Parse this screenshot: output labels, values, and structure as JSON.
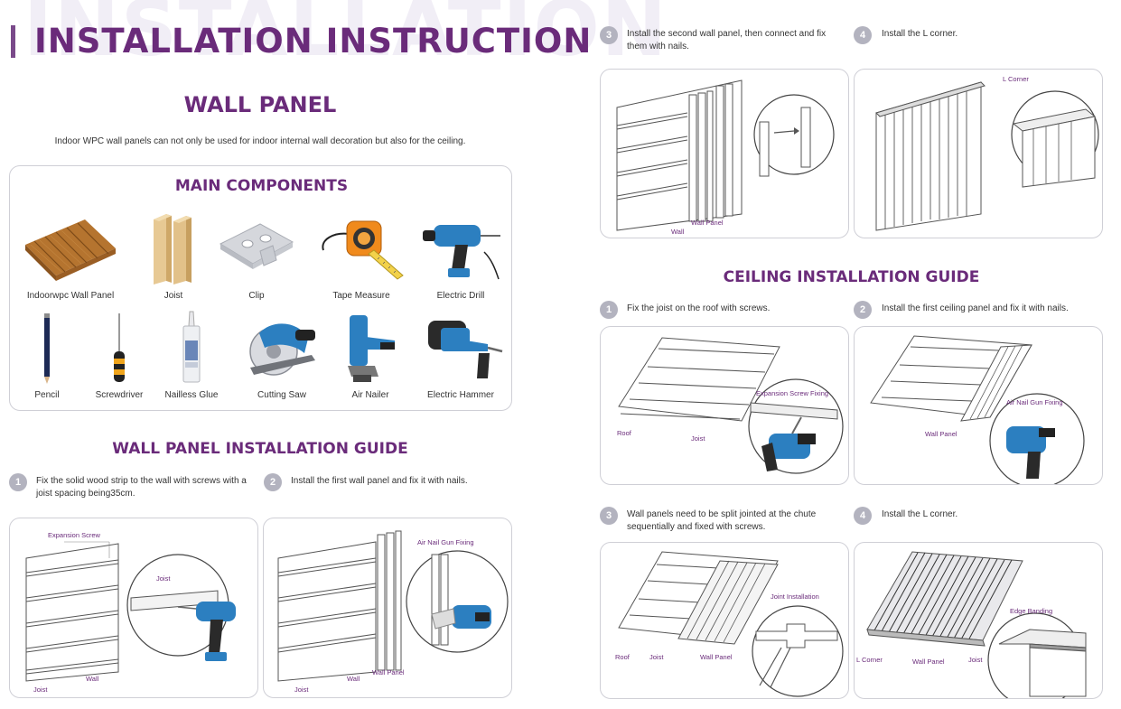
{
  "header": {
    "watermark": "INSTALLATION",
    "title": "INSTALLATION INSTRUCTION"
  },
  "wall_panel": {
    "title": "WALL PANEL",
    "intro": "Indoor WPC wall panels can not only be used for indoor internal wall decoration but also for the ceiling."
  },
  "components": {
    "title": "MAIN COMPONENTS",
    "items": [
      {
        "label": "Indoorwpc Wall Panel",
        "icon": "wall-panel-sample-icon"
      },
      {
        "label": "Joist",
        "icon": "joist-icon"
      },
      {
        "label": "Clip",
        "icon": "clip-icon"
      },
      {
        "label": "Tape Measure",
        "icon": "tape-measure-icon"
      },
      {
        "label": "Electric Drill",
        "icon": "electric-drill-icon"
      },
      {
        "label": "Pencil",
        "icon": "pencil-icon"
      },
      {
        "label": "Screwdriver",
        "icon": "screwdriver-icon"
      },
      {
        "label": "Nailless Glue",
        "icon": "glue-tube-icon"
      },
      {
        "label": "Cutting Saw",
        "icon": "cutting-saw-icon"
      },
      {
        "label": "Air Nailer",
        "icon": "air-nailer-icon"
      },
      {
        "label": "Electric Hammer",
        "icon": "electric-hammer-icon"
      }
    ]
  },
  "wall_guide": {
    "title": "WALL PANEL INSTALLATION GUIDE",
    "steps": [
      {
        "num": "1",
        "text": "Fix the solid wood strip to the wall with screws with a joist spacing being35cm."
      },
      {
        "num": "2",
        "text": "Install the first wall panel and fix it with nails."
      },
      {
        "num": "3",
        "text": "Install the second wall panel, then connect and fix them with nails."
      },
      {
        "num": "4",
        "text": "Install the L corner."
      }
    ],
    "diagram_labels": {
      "d1": {
        "expansion_screw": "Expansion Screw",
        "joist_zoom": "Joist",
        "wall": "Wall",
        "joist": "Joist"
      },
      "d2": {
        "air_nail": "Air Nail Gun Fixing",
        "wall": "Wall",
        "joist": "Joist",
        "wall_panel": "Wall Panel"
      },
      "d3": {
        "wall_panel": "Wall Panel",
        "wall": "Wall"
      },
      "d4": {
        "l_corner": "L Corner"
      }
    }
  },
  "ceiling_guide": {
    "title": "CEILING INSTALLATION GUIDE",
    "steps": [
      {
        "num": "1",
        "text": "Fix the joist on the roof with screws."
      },
      {
        "num": "2",
        "text": "Install the first ceiling panel and fix it with nails."
      },
      {
        "num": "3",
        "text": "Wall panels need to be split jointed at the chute sequentially and fixed with screws."
      },
      {
        "num": "4",
        "text": "Install the L corner."
      }
    ],
    "diagram_labels": {
      "c1": {
        "expansion_screw": "Expansion Screw Fixing",
        "roof": "Roof",
        "joist": "Joist"
      },
      "c2": {
        "air_nail": "Air Nail Gun Fixing",
        "wall_panel": "Wall Panel"
      },
      "c3": {
        "joint": "Joint Installation",
        "roof": "Roof",
        "joist": "Joist",
        "wall_panel": "Wall Panel"
      },
      "c4": {
        "edge_banding": "Edge Banding",
        "l_corner": "L Corner",
        "wall_panel": "Wall Panel",
        "joist": "Joist"
      }
    }
  },
  "colors": {
    "brand_purple": "#6a2b7a",
    "step_circle": "#b3b3bf",
    "border": "#cfcfd6",
    "tool_blue": "#2c7fc0"
  }
}
